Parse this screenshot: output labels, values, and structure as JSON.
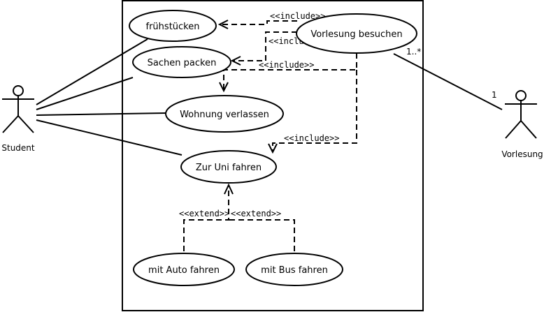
{
  "actors": {
    "student": "Student",
    "lecture": "Vorlesung"
  },
  "use_cases": {
    "fruehstuecken": "frühstücken",
    "sachen_packen": "Sachen packen",
    "vorlesung_besuchen": "Vorlesung besuchen",
    "wohnung_verlassen": "Wohnung verlassen",
    "zur_uni_fahren": "Zur Uni fahren",
    "mit_auto": "mit Auto fahren",
    "mit_bus": "mit Bus fahren"
  },
  "stereotypes": {
    "include": "<<include>>",
    "extend": "<<extend>>"
  },
  "multiplicities": {
    "lecture_side": "1",
    "usecase_side": "1..*"
  }
}
